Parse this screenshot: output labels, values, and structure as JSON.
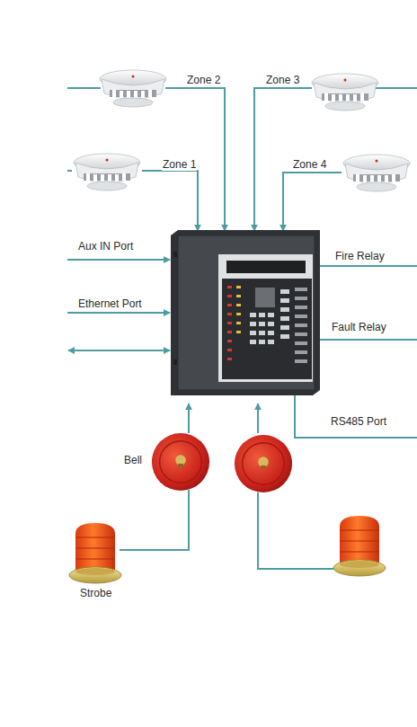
{
  "diagram": {
    "labels": [
      "Zone 2",
      "Zone 3",
      "Zone 1",
      "Zone 4",
      "Aux IN Port",
      "Ethernet Port",
      "Fire Relay",
      "Fault Relay",
      "RS485 Port",
      "Bell",
      "Strobe"
    ]
  }
}
